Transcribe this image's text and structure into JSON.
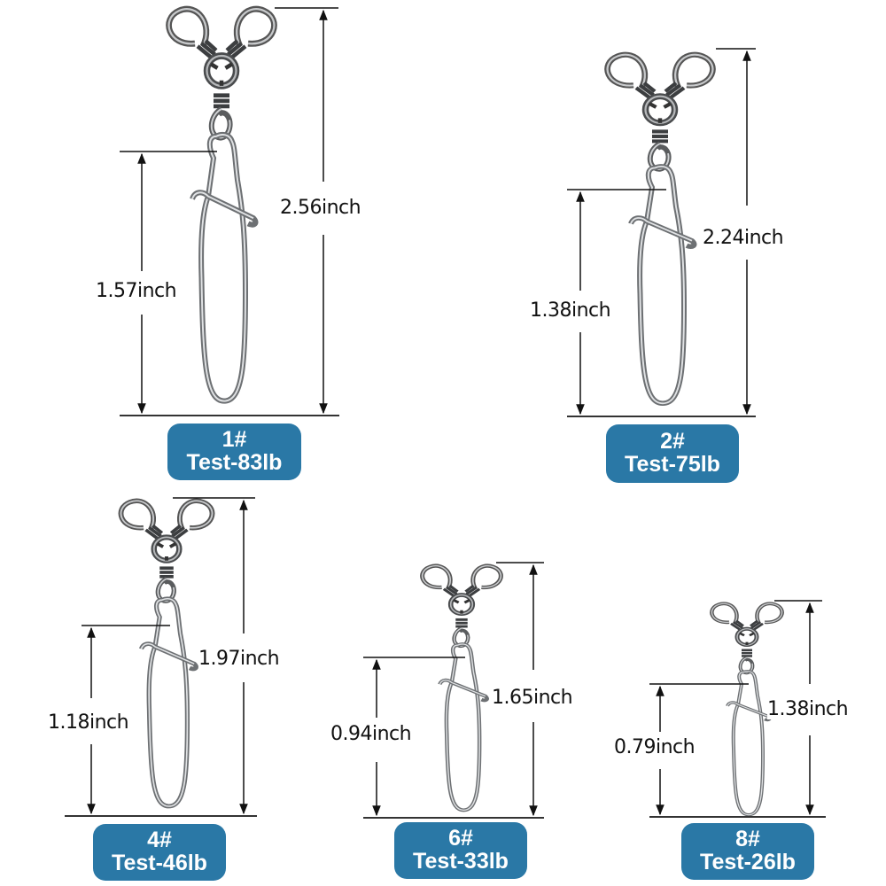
{
  "products": [
    {
      "size": "1#",
      "test": "Test-83lb",
      "total_length": "2.56inch",
      "snap_length": "1.57inch"
    },
    {
      "size": "2#",
      "test": "Test-75lb",
      "total_length": "2.24inch",
      "snap_length": "1.38inch"
    },
    {
      "size": "4#",
      "test": "Test-46lb",
      "total_length": "1.97inch",
      "snap_length": "1.18inch"
    },
    {
      "size": "6#",
      "test": "Test-33lb",
      "total_length": "1.65inch",
      "snap_length": "0.94inch"
    },
    {
      "size": "8#",
      "test": "Test-26lb",
      "total_length": "1.38inch",
      "snap_length": "0.79inch"
    }
  ],
  "colors": {
    "badge": "#2a78a6",
    "badge_text": "#ffffff",
    "dimension_line": "#111111",
    "metal": "#7a7d80"
  }
}
